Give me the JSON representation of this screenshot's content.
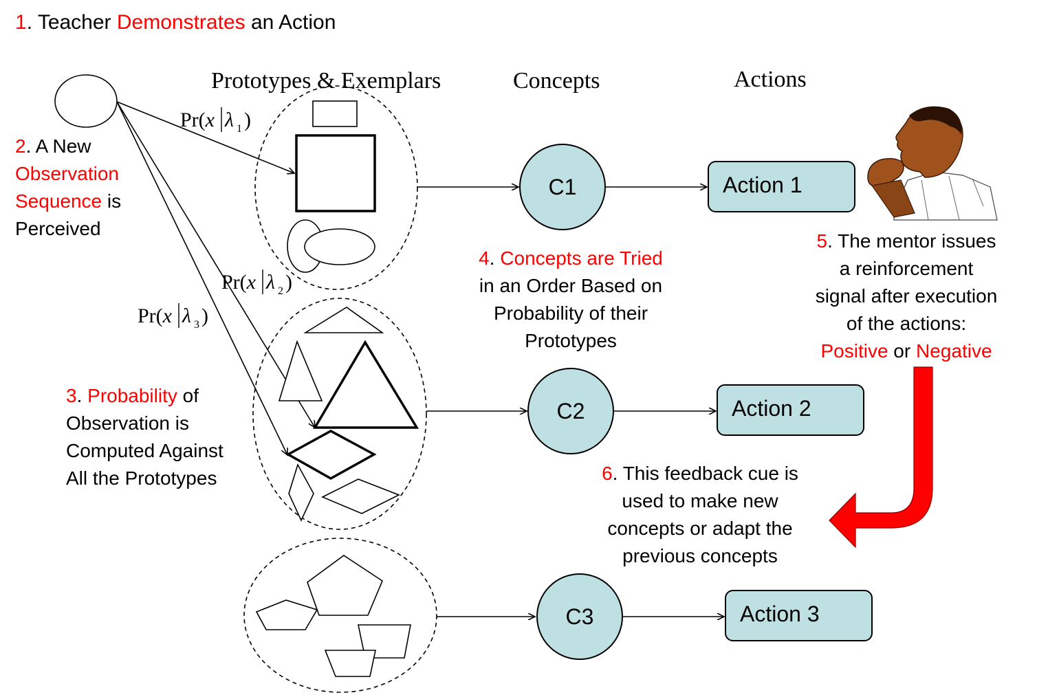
{
  "steps": {
    "s1": {
      "num": "1",
      "pre": ". Teacher ",
      "hl": "Demonstrates",
      "post": " an Action"
    },
    "s2": {
      "num": "2",
      "line1": ". A New",
      "line2_hl": "Observation",
      "line3_hl": "Sequence",
      "line3_post": " is",
      "line4": "Perceived"
    },
    "s3": {
      "num": "3",
      "line1_sep": ". ",
      "line1_hl": "Probability",
      "line1_post": " of",
      "line2": "Observation is",
      "line3": "Computed Against",
      "line4": "All the Prototypes"
    },
    "s4": {
      "num": "4",
      "line1_sep": ". ",
      "line1_hl": "Concepts are Tried",
      "line2": "in an Order Based on",
      "line3": "Probability of their",
      "line4": "Prototypes"
    },
    "s5": {
      "num": "5",
      "line1_post": ". The mentor issues",
      "line2": "a reinforcement",
      "line3": "signal after execution",
      "line4": "of the actions:",
      "positive": "Positive",
      "or": " or ",
      "negative": "Negative"
    },
    "s6": {
      "num": "6",
      "line1_post": ". This feedback cue is",
      "line2": "used to make new",
      "line3": "concepts or adapt the",
      "line4": "previous concepts"
    }
  },
  "headers": {
    "prototypes": "Prototypes & Exemplars",
    "concepts": "Concepts",
    "actions": "Actions"
  },
  "probabilities": {
    "p1": {
      "prefix": "Pr(",
      "x": "x",
      "lambda": "λ",
      "sub": "1",
      "close": ")"
    },
    "p2": {
      "prefix": "Pr(",
      "x": "x",
      "lambda": "λ",
      "sub": "2",
      "close": ")"
    },
    "p3": {
      "prefix": "Pr(",
      "x": "x",
      "lambda": "λ",
      "sub": "3",
      "close": ")"
    }
  },
  "concepts": [
    "C1",
    "C2",
    "C3"
  ],
  "actions": [
    "Action 1",
    "Action 2",
    "Action 3"
  ],
  "colors": {
    "highlight": "#ff0000",
    "node_fill": "#bfe0e2",
    "arrow": "#ff0000"
  },
  "icons": {
    "mentor": "thinking-person-icon",
    "feedback_arrow": "curved-arrow-icon"
  }
}
